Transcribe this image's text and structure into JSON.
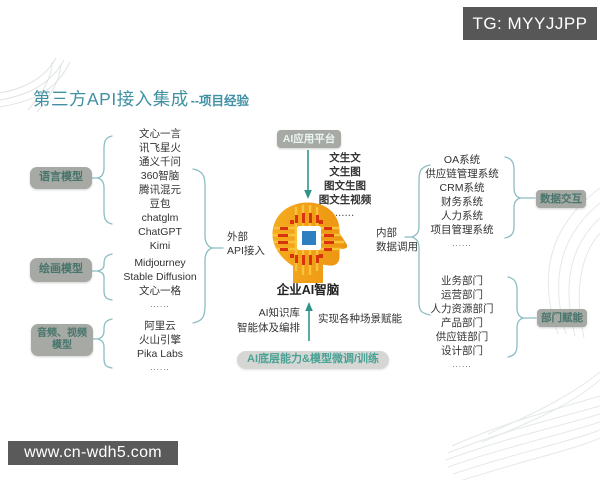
{
  "badge": {
    "text": "TG: MYYJJPP"
  },
  "title": {
    "main": "第三方API接入集成",
    "suffix": "--项目经验"
  },
  "left_groups": [
    {
      "label": "语言模型",
      "items": [
        "文心一言",
        "讯飞星火",
        "通义千问",
        "360智脑",
        "腾讯混元",
        "豆包",
        "chatglm",
        "ChatGPT",
        "Kimi",
        "......"
      ]
    },
    {
      "label": "绘画模型",
      "items": [
        "Midjourney",
        "Stable Diffusion",
        "文心一格",
        "......"
      ]
    },
    {
      "label": "音频、视频模型",
      "items": [
        "阿里云",
        "火山引擎",
        "Pika Labs",
        "......"
      ]
    }
  ],
  "center": {
    "platform_box": "AI应用平台",
    "modal_list": [
      "文生文",
      "文生图",
      "图文生图",
      "图文生视频",
      "......"
    ],
    "external_line1": "外部",
    "external_line2": "API接入",
    "internal_line1": "内部",
    "internal_line2": "数据调用",
    "head_label": "企业AI智脑",
    "knowledge_line1": "AI知识库",
    "knowledge_line2": "智能体及编排",
    "scenario_label": "实现各种场景赋能",
    "base_box": "AI底层能力&模型微调/训练"
  },
  "right_groups": [
    {
      "label": "数据交互",
      "items": [
        "OA系统",
        "供应链管理系统",
        "CRM系统",
        "财务系统",
        "人力系统",
        "项目管理系统",
        "......"
      ]
    },
    {
      "label": "部门赋能",
      "items": [
        "业务部门",
        "运营部门",
        "人力资源部门",
        "产品部门",
        "供应链部门",
        "设计部门",
        "......"
      ]
    }
  ],
  "watermark": {
    "text": "www.cn-wdh5.com"
  },
  "colors": {
    "accent_teal": "#4091a3",
    "bracket_teal": "#8cbdc3",
    "arrow_teal": "#2f9488",
    "pill_gray": "#a7a9a4",
    "pill_text": "#47756c",
    "head_orange": "#f2a11b",
    "chip_blue": "#2d7fc2",
    "circuit_red": "#d8330e",
    "badge_gray": "#575757"
  }
}
